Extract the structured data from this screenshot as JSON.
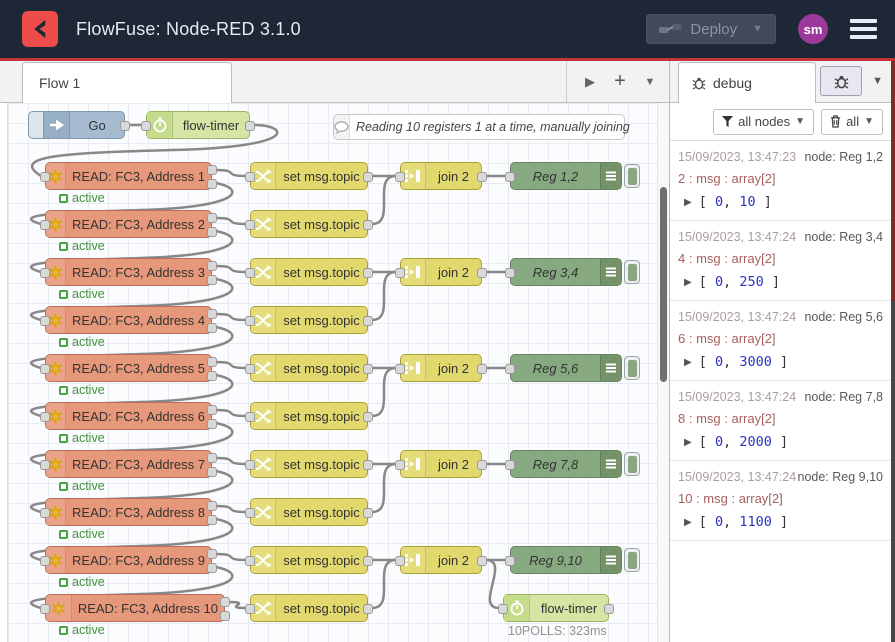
{
  "header": {
    "title": "FlowFuse: Node-RED 3.1.0",
    "deploy_label": "Deploy",
    "avatar_text": "sm"
  },
  "workspace": {
    "tab_label": "Flow 1"
  },
  "canvas": {
    "comment": "Reading 10 registers 1 at a time, manually joining",
    "inject_label": "Go",
    "timer_label": "flow-timer",
    "timer_bottom_label": "flow-timer",
    "timer_bottom_status": "10POLLS: 323ms",
    "read_status": "active",
    "read_nodes": [
      {
        "label": "READ: FC3, Address 1"
      },
      {
        "label": "READ: FC3, Address 2"
      },
      {
        "label": "READ: FC3, Address 3"
      },
      {
        "label": "READ: FC3, Address 4"
      },
      {
        "label": "READ: FC3, Address 5"
      },
      {
        "label": "READ: FC3, Address 6"
      },
      {
        "label": "READ: FC3, Address 7"
      },
      {
        "label": "READ: FC3, Address 8"
      },
      {
        "label": "READ: FC3, Address 9"
      },
      {
        "label": "READ: FC3, Address 10"
      }
    ],
    "set_label": "set msg.topic",
    "join_label": "join 2",
    "reg_nodes": [
      "Reg 1,2",
      "Reg 3,4",
      "Reg 5,6",
      "Reg 7,8",
      "Reg 9,10"
    ]
  },
  "debug_panel": {
    "tab_label": "debug",
    "filter_label": "all nodes",
    "clear_label": "all",
    "messages": [
      {
        "timestamp": "15/09/2023, 13:47:23",
        "node": "node: Reg 1,2",
        "path": "2 : msg : array[2]",
        "values": [
          "0",
          "10"
        ]
      },
      {
        "timestamp": "15/09/2023, 13:47:24",
        "node": "node: Reg 3,4",
        "path": "4 : msg : array[2]",
        "values": [
          "0",
          "250"
        ]
      },
      {
        "timestamp": "15/09/2023, 13:47:24",
        "node": "node: Reg 5,6",
        "path": "6 : msg : array[2]",
        "values": [
          "0",
          "3000"
        ]
      },
      {
        "timestamp": "15/09/2023, 13:47:24",
        "node": "node: Reg 7,8",
        "path": "8 : msg : array[2]",
        "values": [
          "0",
          "2000"
        ]
      },
      {
        "timestamp": "15/09/2023, 13:47:24",
        "node": "node: Reg 9,10",
        "path": "10 : msg : array[2]",
        "values": [
          "0",
          "1100"
        ]
      }
    ]
  },
  "colors": {
    "header_bg": "#1e2736",
    "brand_red": "#ee4b4b",
    "inject_blue": "#a6bbcf",
    "timer_green": "#d4e5a4",
    "read_salmon": "#e7977a",
    "function_yellow": "#e2d96e",
    "debug_green": "#87a980",
    "status_green": "#44a544",
    "debug_number_blue": "#2732c3",
    "avatar_purple": "#9c3a9c"
  }
}
